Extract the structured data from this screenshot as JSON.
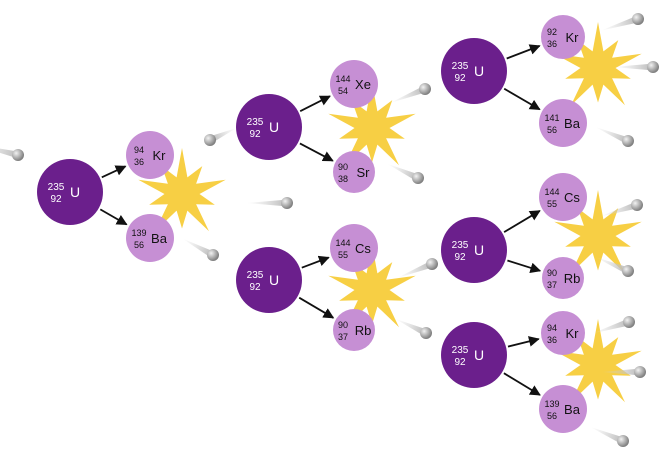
{
  "colors": {
    "uranium": "#6b1f8c",
    "fragment": "#c68fd4",
    "neutron": "#9a9a9a",
    "flash": "#f7cc3a",
    "arrow": "#111111"
  },
  "labels": {
    "u235": {
      "mass": "235",
      "atomic": "92",
      "symbol": "U"
    },
    "kr94": {
      "mass": "94",
      "atomic": "36",
      "symbol": "Kr"
    },
    "ba139": {
      "mass": "139",
      "atomic": "56",
      "symbol": "Ba"
    },
    "xe144": {
      "mass": "144",
      "atomic": "54",
      "symbol": "Xe"
    },
    "sr90": {
      "mass": "90",
      "atomic": "38",
      "symbol": "Sr"
    },
    "cs144": {
      "mass": "144",
      "atomic": "55",
      "symbol": "Cs"
    },
    "rb90": {
      "mass": "90",
      "atomic": "37",
      "symbol": "Rb"
    },
    "kr92": {
      "mass": "92",
      "atomic": "36",
      "symbol": "Kr"
    },
    "ba141": {
      "mass": "141",
      "atomic": "56",
      "symbol": "Ba"
    }
  },
  "icons": {
    "neutron": "neutron-icon",
    "flash": "energy-flash-icon"
  }
}
